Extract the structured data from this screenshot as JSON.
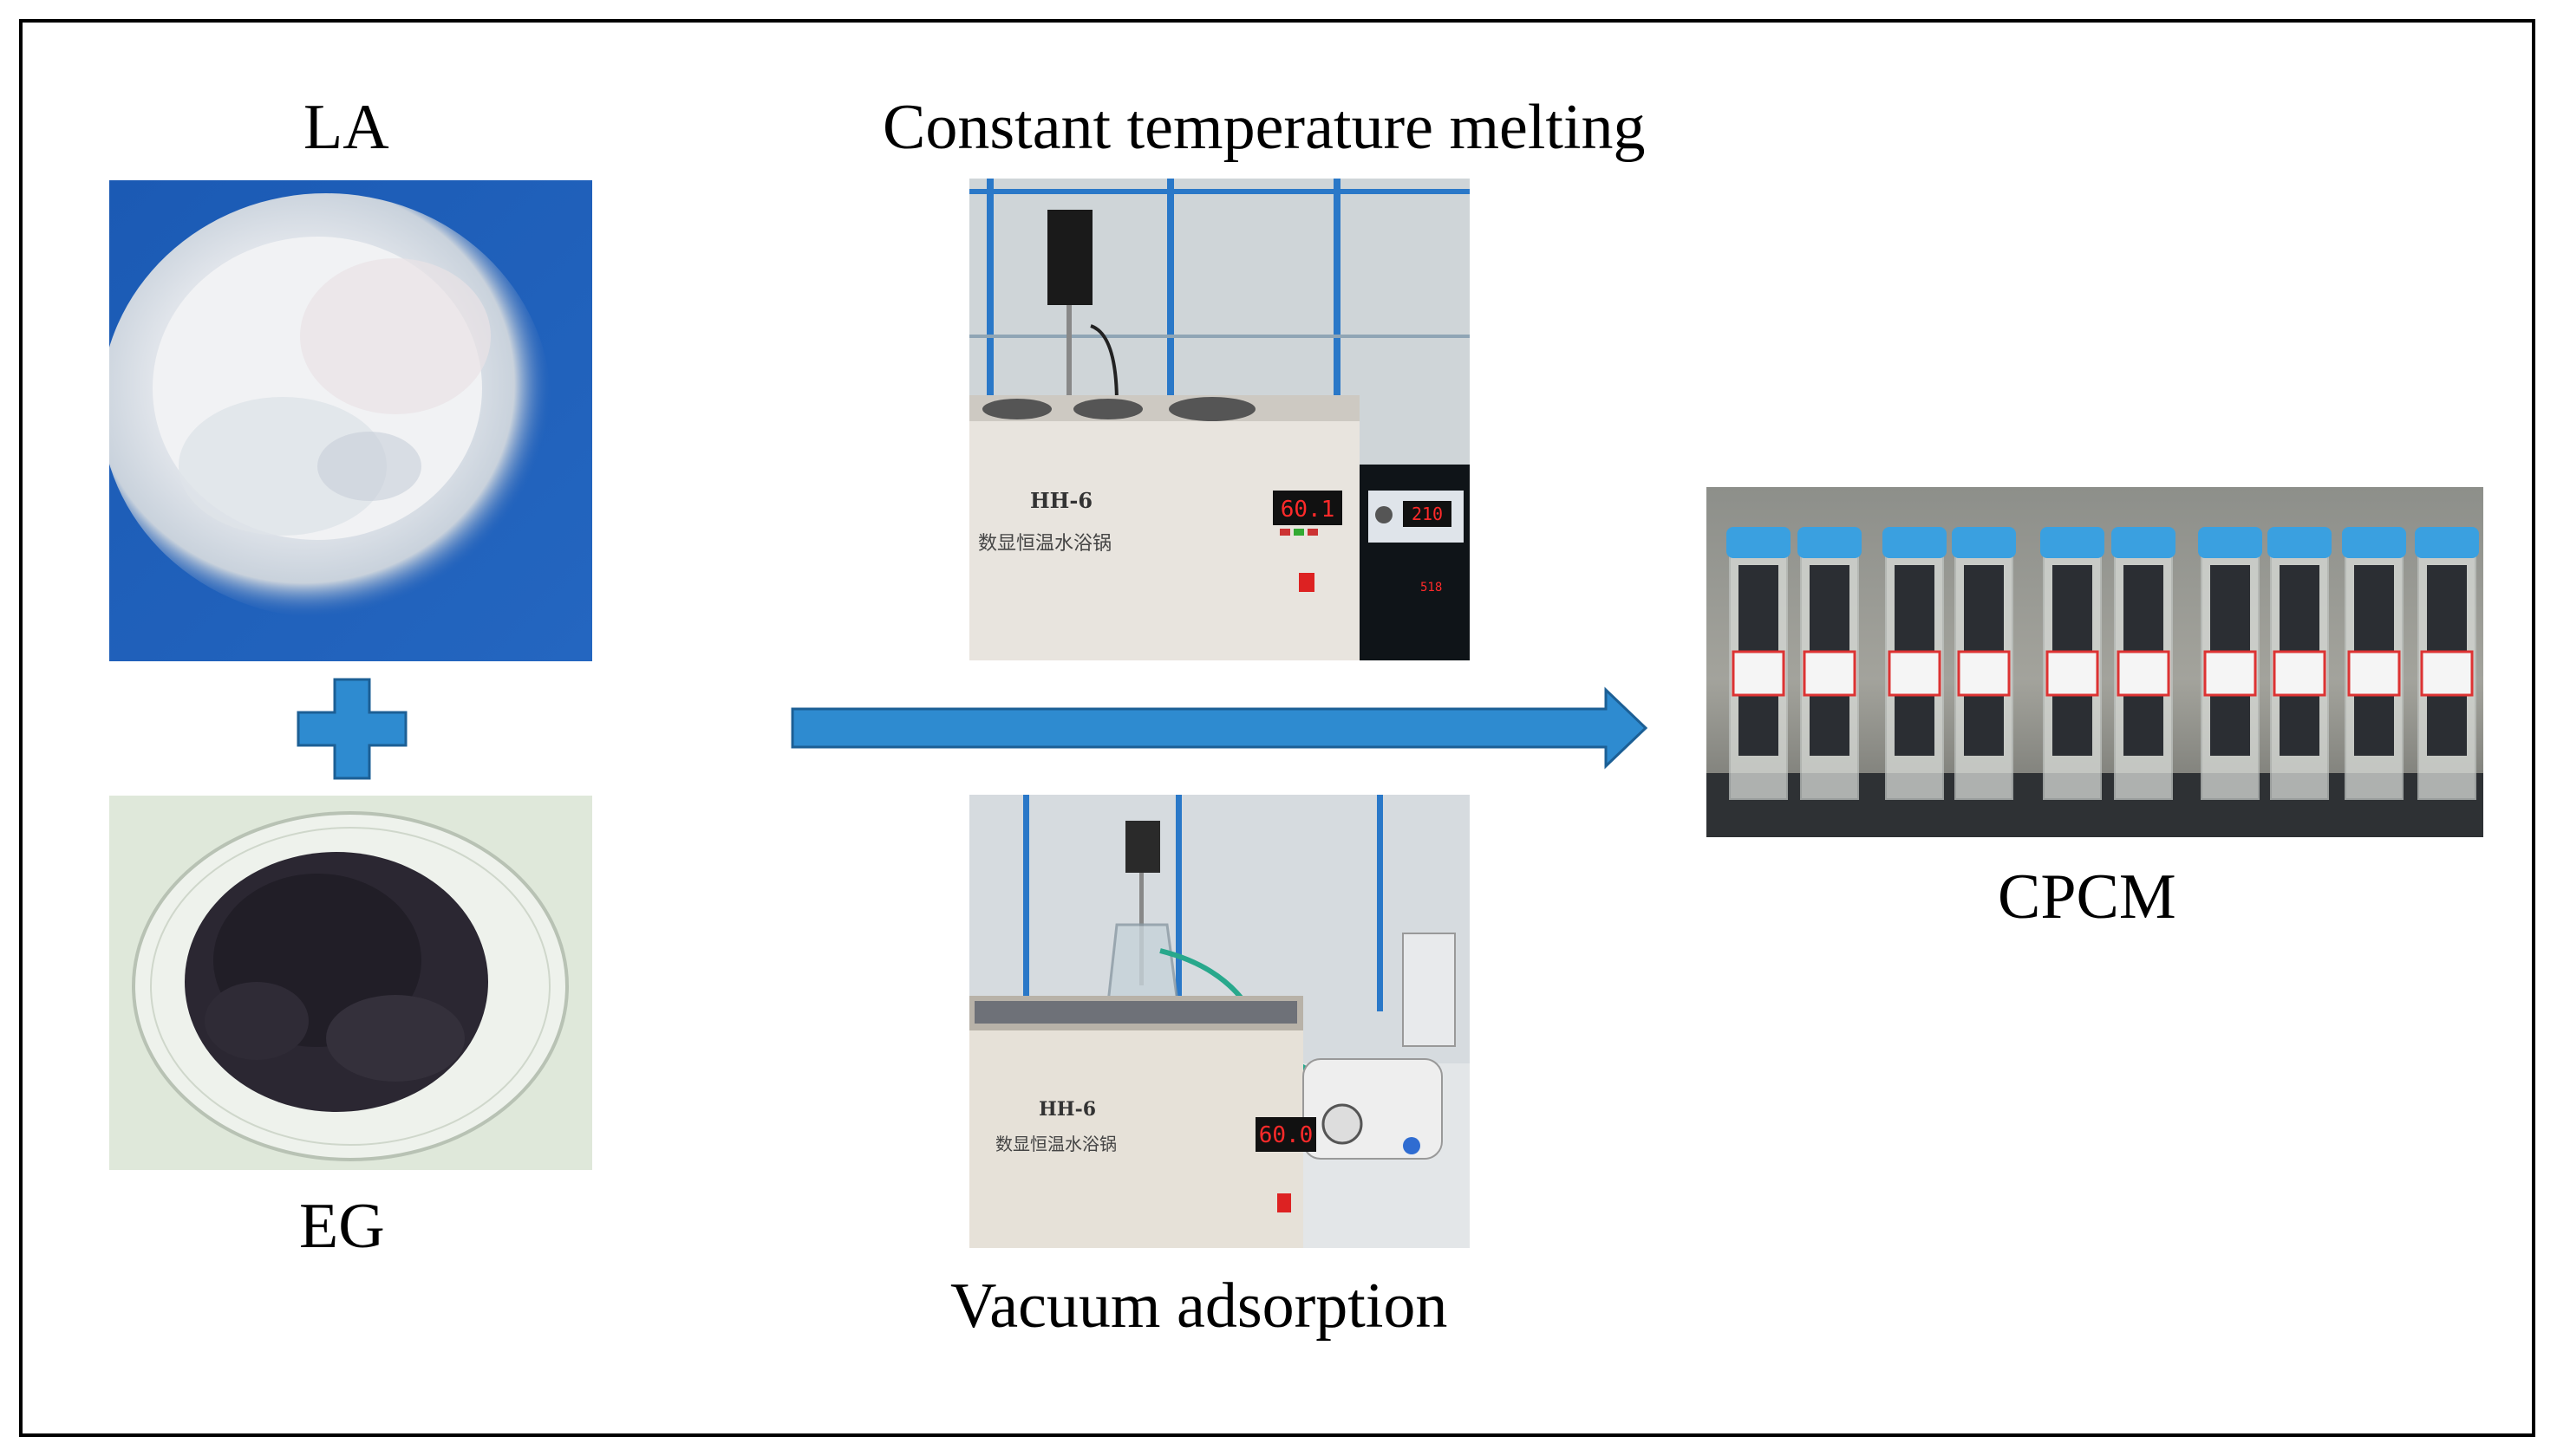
{
  "labels": {
    "la": "LA",
    "eg": "EG",
    "melting": "Constant temperature melting",
    "vacuum": "Vacuum adsorption",
    "cpcm": "CPCM"
  },
  "equipment": {
    "model": "HH-6",
    "name_cn": "数显恒温水浴锅",
    "display_melting": "60.1",
    "display_vacuum": "60.0",
    "display_controller": "210"
  },
  "colors": {
    "accent_blue": "#2e8bd0",
    "la_background": "#1f5fb8",
    "cap_blue": "#3aa0e0"
  },
  "icons": {
    "plus": "plus-icon",
    "arrow": "right-arrow-icon"
  }
}
